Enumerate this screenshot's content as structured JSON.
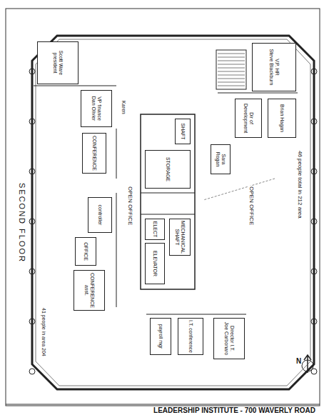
{
  "diagram": {
    "title": "LEADERSHIP INSTITUTE - 700 WAVERLY ROAD",
    "nodes": [
      {
        "text": [
          "V.P. HR",
          "Steve Blackburn"
        ]
      },
      {
        "text": [
          "Brian Hagan"
        ]
      },
      {
        "text": [
          "Dir of Development"
        ]
      },
      {
        "text": [
          "Sara Rogan"
        ]
      },
      {
        "text": [
          "Scott Ware",
          "president"
        ]
      },
      {
        "text": [
          "VP finance",
          "Dan Olivier"
        ]
      },
      {
        "text": [
          "CONFERENCE"
        ]
      },
      {
        "text": [
          "controller"
        ]
      },
      {
        "text": [
          "OFFICE"
        ]
      },
      {
        "text": [
          "CONFERENCE",
          "asst."
        ]
      },
      {
        "text": [
          "SHAFT"
        ]
      },
      {
        "text": [
          "STORAGE"
        ]
      },
      {
        "text": [
          "MECHANICAL SHAFT"
        ]
      },
      {
        "text": [
          "ELECT"
        ]
      },
      {
        "text": [
          "ELEVATOR"
        ]
      },
      {
        "text": [
          "payroll mgr"
        ]
      },
      {
        "text": [
          "I.T. conference"
        ]
      },
      {
        "text": [
          "Director I.T.",
          "Joe Carbonaro"
        ]
      }
    ],
    "labels": [
      "46 people total in 212 area",
      "OPEN OFFICE",
      "OPEN OFFICE",
      "Karen",
      "41 people in area 204",
      "SECOND FLOOR",
      "N"
    ]
  }
}
